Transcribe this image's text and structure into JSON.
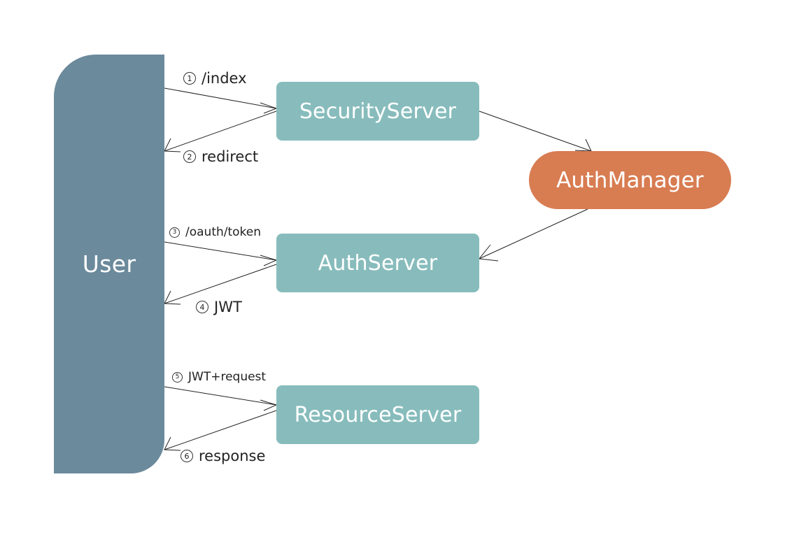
{
  "nodes": {
    "user": "User",
    "security_server": "SecurityServer",
    "auth_manager": "AuthManager",
    "auth_server": "AuthServer",
    "resource_server": "ResourceServer"
  },
  "steps": [
    {
      "num": "1",
      "label": "/index"
    },
    {
      "num": "2",
      "label": "redirect"
    },
    {
      "num": "3",
      "label": "/oauth/token"
    },
    {
      "num": "4",
      "label": "JWT"
    },
    {
      "num": "5",
      "label": "JWT+request"
    },
    {
      "num": "6",
      "label": "response"
    }
  ],
  "colors": {
    "user": "#6b8a9c",
    "server": "#88bcbc",
    "auth_manager": "#d87c52",
    "edge": "#222222"
  }
}
